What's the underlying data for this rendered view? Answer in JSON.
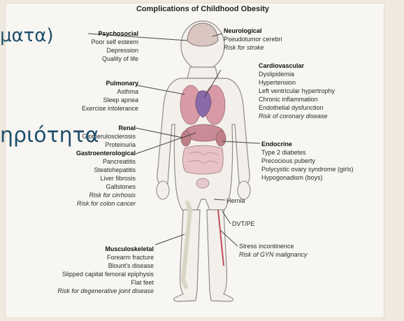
{
  "title": "Complications of Childhood Obesity",
  "overlay": {
    "top_fragment": "ματα)",
    "mid_fragment": "ηριότητα"
  },
  "groups": {
    "psychosocial": {
      "heading": "Psychosocial",
      "items": [
        "Poor self esteem",
        "Depression",
        "Quality of life"
      ]
    },
    "pulmonary": {
      "heading": "Pulmonary",
      "items": [
        "Asthma",
        "Sleep apnea",
        "Exercise intolerance"
      ]
    },
    "renal": {
      "heading": "Renal",
      "items": [
        "Glomerulosclerosis",
        "Proteinuria"
      ]
    },
    "gastro": {
      "heading": "Gastroenterological",
      "items": [
        "Pancreatitis",
        "Steatohepatitis",
        "Liver fibrosis",
        "Gallstones"
      ],
      "risk_items": [
        "Risk for cirrhosis",
        "Risk for colon cancer"
      ]
    },
    "musculoskeletal": {
      "heading": "Musculoskeletal",
      "items": [
        "Forearm fracture",
        "Blount's disease",
        "Slipped capital femoral epiphysis",
        "Flat feet"
      ],
      "risk_items": [
        "Risk for degenerative joint disease"
      ]
    },
    "neurological": {
      "heading": "Neurological",
      "items": [
        "Pseudotumor cerebri"
      ],
      "risk_items": [
        "Risk for stroke"
      ]
    },
    "cardiovascular": {
      "heading": "Cardiovascular",
      "items": [
        "Dyslipidemia",
        "Hypertension",
        "Left ventricular hypertrophy",
        "Chronic inflammation",
        "Endothelial dysfunction"
      ],
      "risk_items": [
        "Risk of coronary disease"
      ]
    },
    "endocrine": {
      "heading": "Endocrine",
      "items": [
        "Type 2 diabetes",
        "Precocious puberty",
        "Polycystic ovary syndrome (girls)",
        "Hypogonadism (boys)"
      ]
    },
    "standalone": [
      "Hernia",
      "DVT/PE"
    ],
    "gyn": {
      "items": [
        "Stress incontinence"
      ],
      "risk_items": [
        "Risk of GYN malignancy"
      ]
    }
  },
  "colors": {
    "overlay_text": "#1f4f6b",
    "body_outline": "#888888",
    "organs": "#c98b95"
  }
}
